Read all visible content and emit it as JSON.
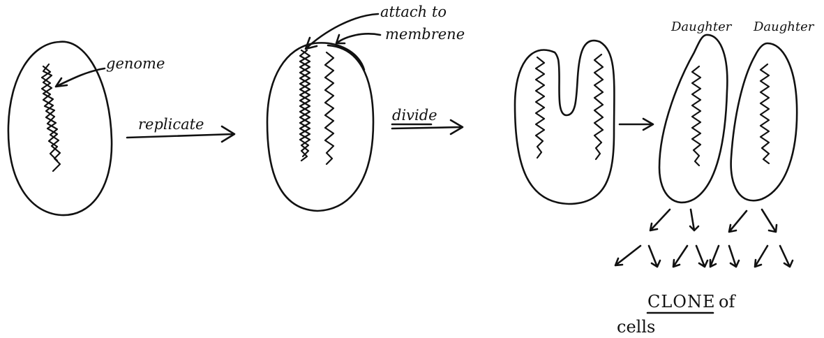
{
  "labels": {
    "genome": "genome",
    "replicate": "replicate",
    "attach_line1": "attach to",
    "attach_line2": "membrene",
    "divide": "divide",
    "daughter_1": "Daughter",
    "daughter_2": "Daughter",
    "clone_word": "CLONE",
    "clone_of": "of",
    "cells": "cells"
  }
}
